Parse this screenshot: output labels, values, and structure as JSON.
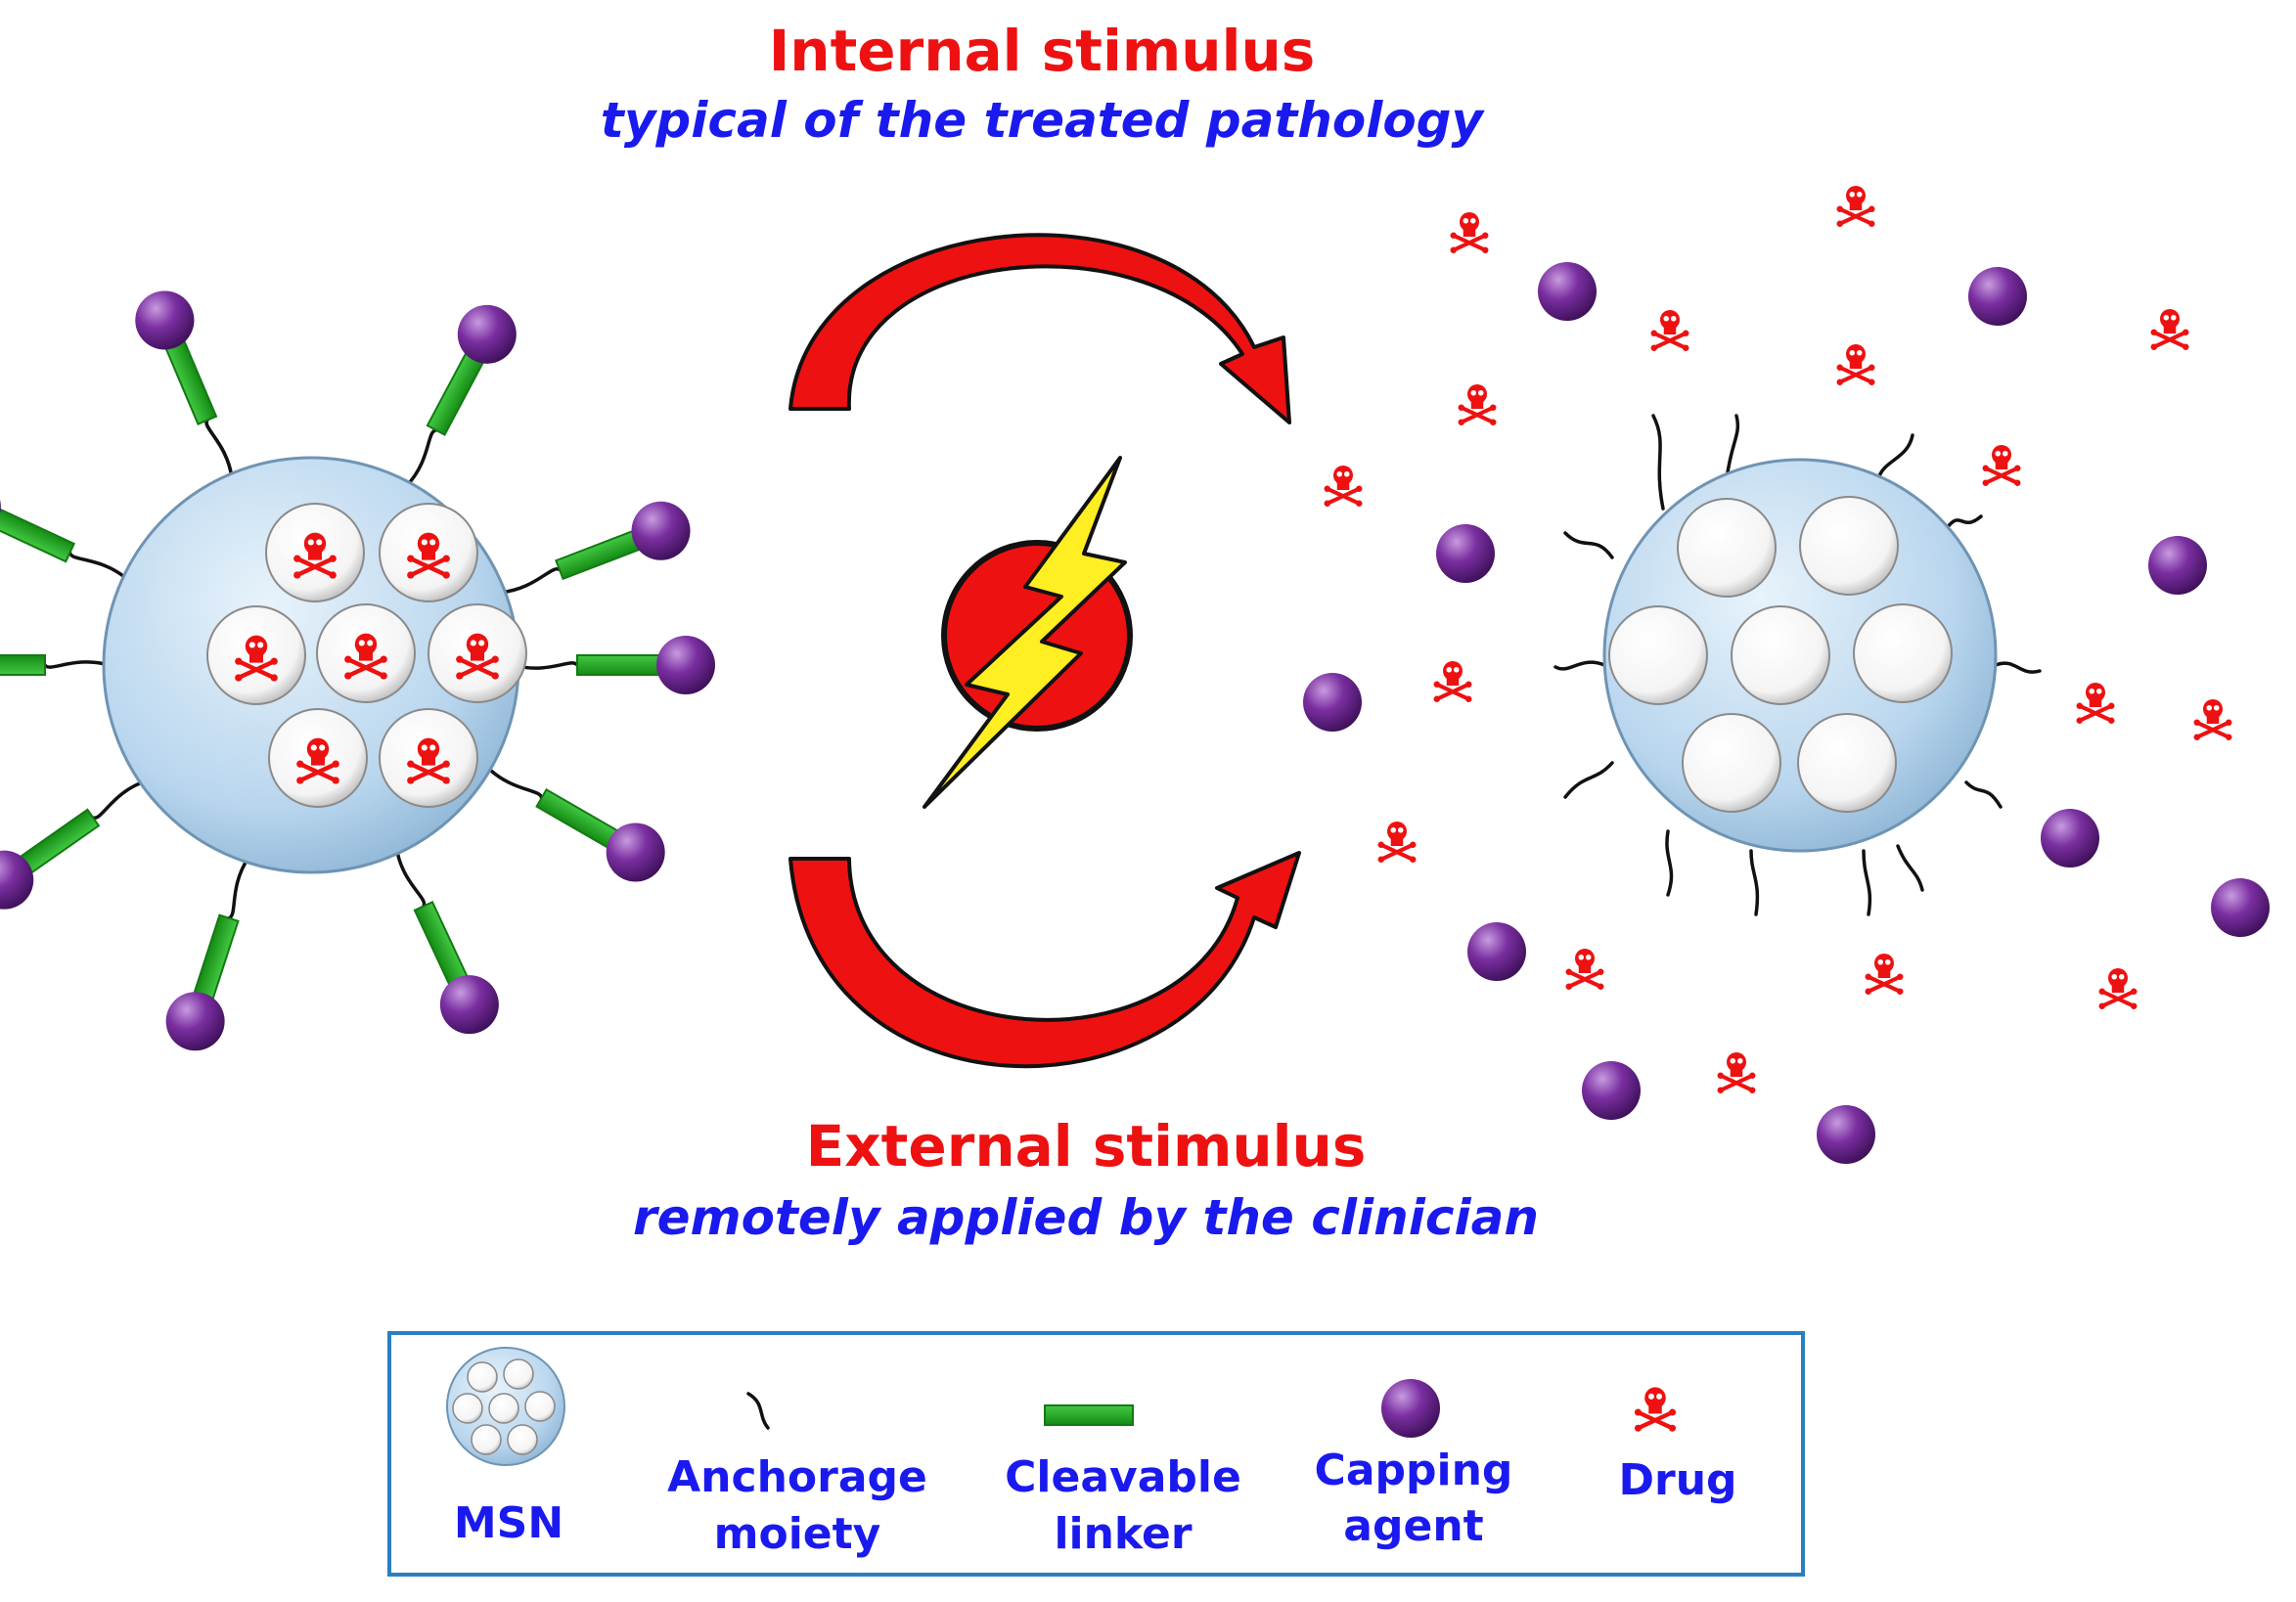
{
  "diagram": {
    "internal_title": "Internal stimulus",
    "internal_subtitle": "typical of the treated pathology",
    "external_title": "External stimulus",
    "external_subtitle": "remotely applied by the clinician"
  },
  "legend": {
    "items": [
      {
        "key": "msn",
        "lines": [
          "MSN"
        ]
      },
      {
        "key": "anchor",
        "lines": [
          "Anchorage",
          "moiety"
        ]
      },
      {
        "key": "linker",
        "lines": [
          "Cleavable",
          "linker"
        ]
      },
      {
        "key": "capping",
        "lines": [
          "Capping",
          "agent"
        ]
      },
      {
        "key": "drug",
        "lines": [
          "Drug"
        ]
      }
    ]
  },
  "colors": {
    "title_red": "#ee1111",
    "subtitle_blue": "#1a1aee",
    "capping_purple": "#6a1f8f",
    "linker_green": "#22aa22",
    "msn_blue": "#bcd9ef",
    "drug_red": "#ee1111",
    "bolt_yellow": "#ffee22",
    "legend_border": "#2a7fc0"
  }
}
